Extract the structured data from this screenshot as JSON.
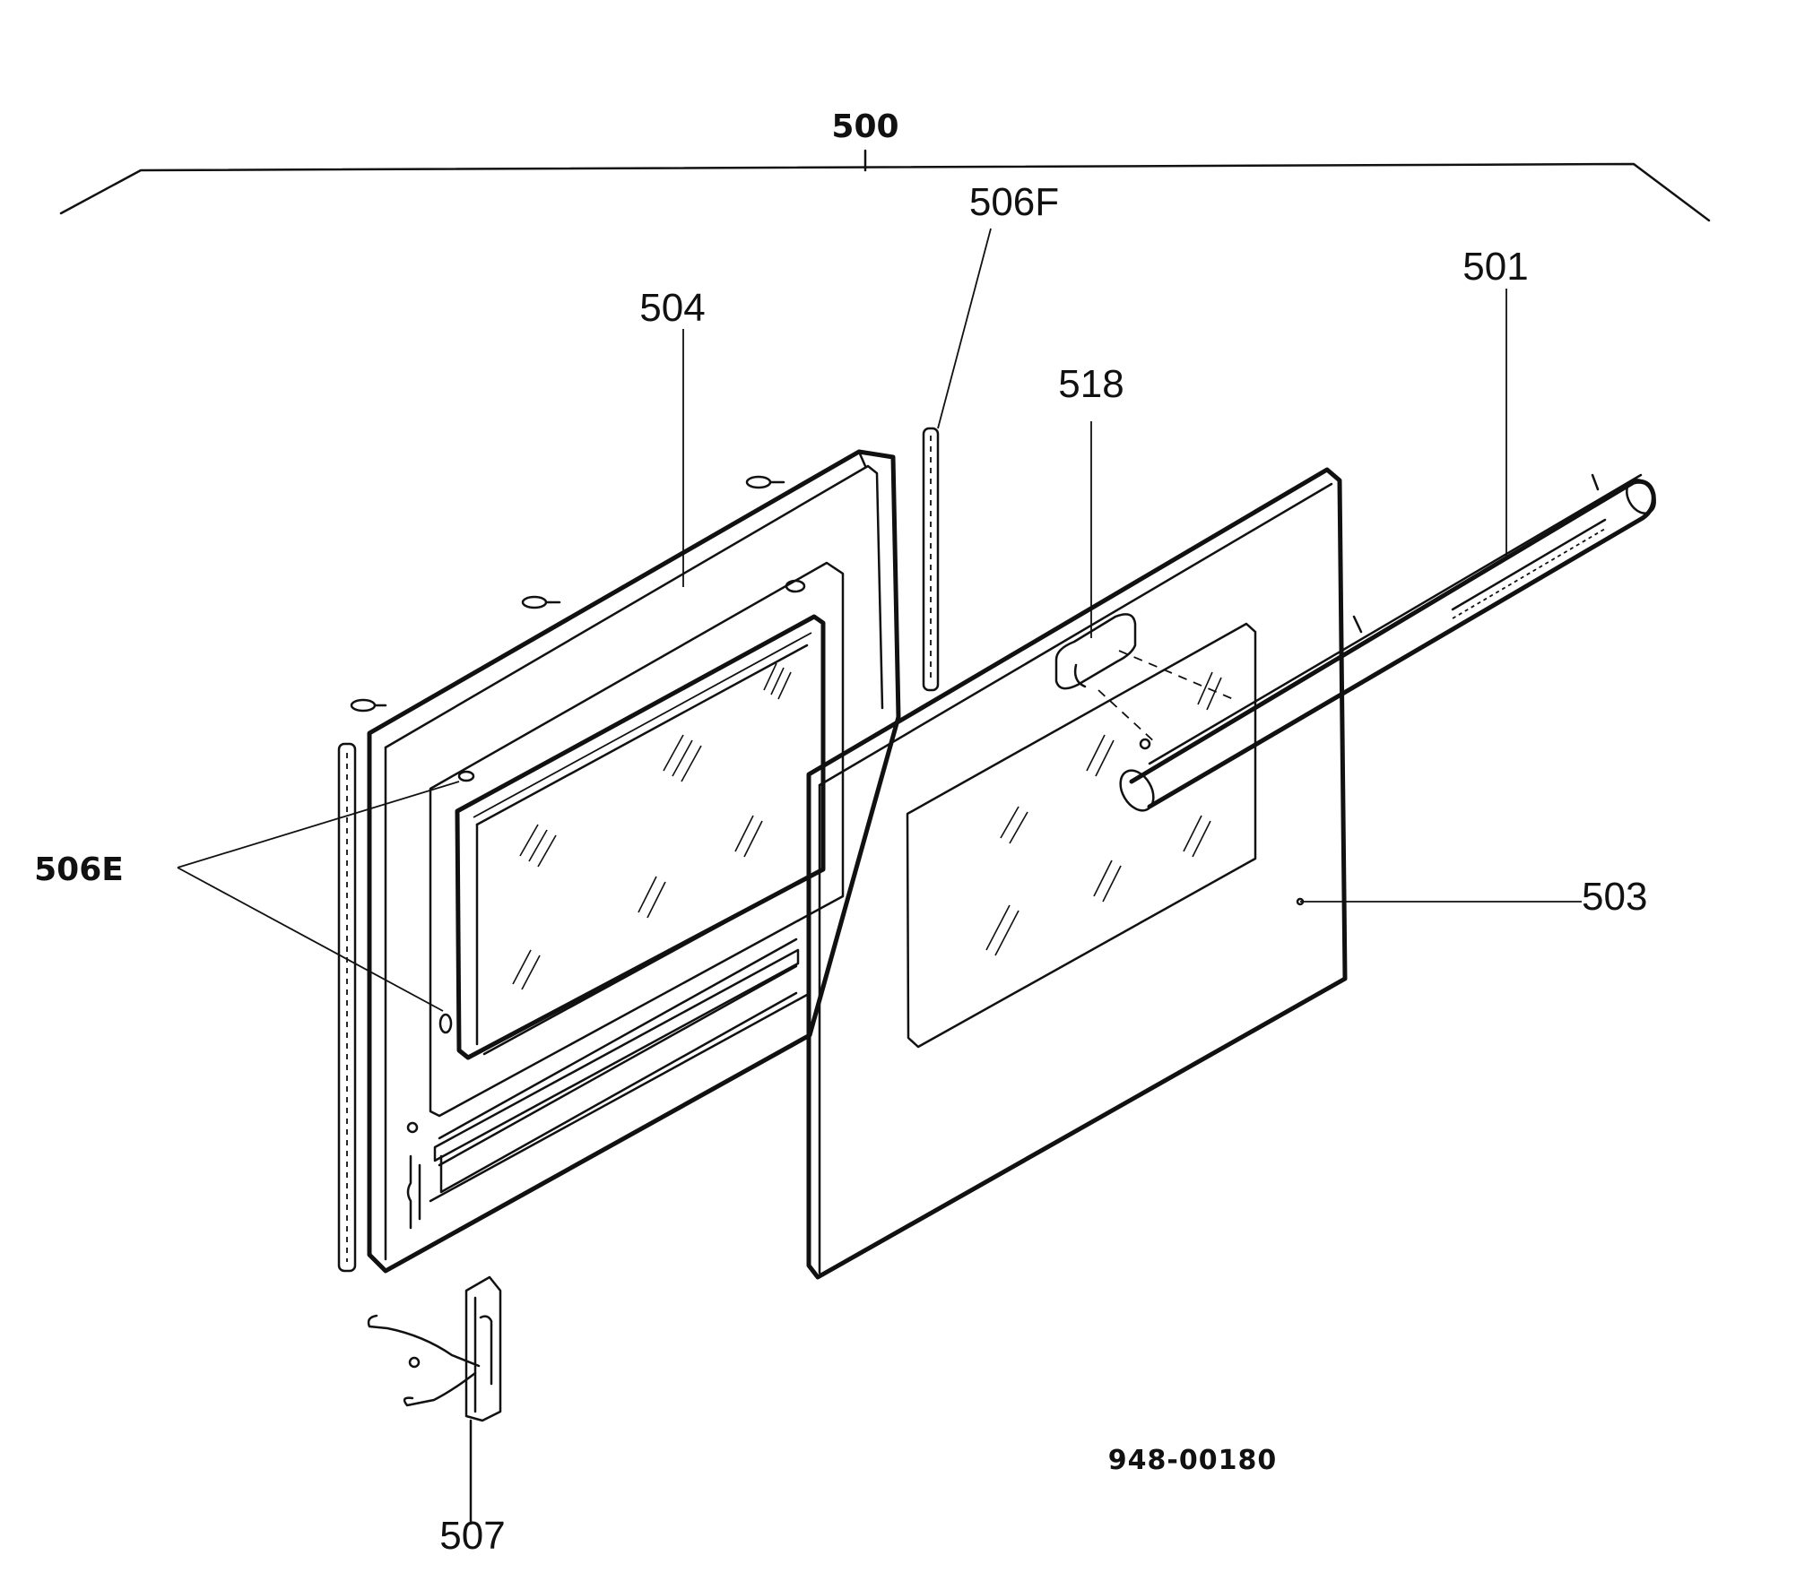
{
  "labels": {
    "assembly": "500",
    "seal_top": "506F",
    "inner_door": "504",
    "bracket": "518",
    "handle": "501",
    "seal_left": "506E",
    "outer_panel": "503",
    "hinge": "507"
  },
  "drawing_number": "948-00180",
  "colors": {
    "line": "#111111",
    "background": "#ffffff"
  }
}
